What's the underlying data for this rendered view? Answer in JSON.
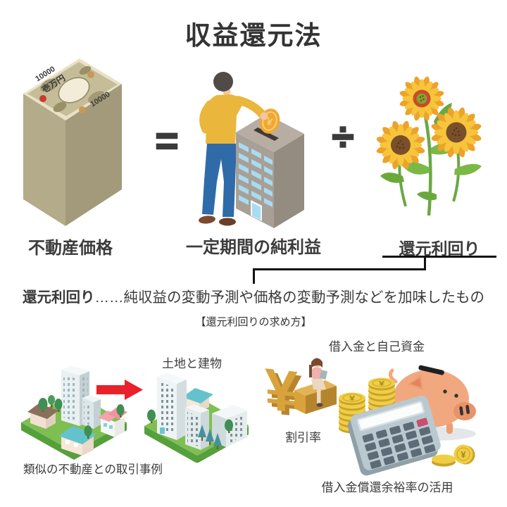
{
  "title": "収益還元法",
  "formula": {
    "equals_sign": "=",
    "divide_sign": "÷",
    "price_label": "不動産価格",
    "profit_label": "一定期間の純利益",
    "yield_label": "還元利回り"
  },
  "definition": {
    "term": "還元利回り",
    "description": "……純収益の変動予測や価格の変動予測などを加味したもの"
  },
  "section_heading": "【還元利回りの求め方】",
  "method_left": {
    "land_building_label": "土地と建物",
    "caption": "類似の不動産との取引事例"
  },
  "method_right": {
    "capital_label": "借入金と自己資金",
    "discount_label": "割引率",
    "caption": "借入金償還余裕率の活用"
  },
  "illustrations": {
    "bill_value": "10000",
    "bill_kanji": "壱万円",
    "yen_symbol": "¥"
  },
  "colors": {
    "text": "#3a3a3a",
    "accent_red": "#e8212b",
    "coin_gold": "#f0ce44",
    "yen_block_gold": "#d9a33c",
    "grass_green": "#7fbf52",
    "piggy_pink": "#f2a87f",
    "shirt_yellow": "#eab73c",
    "jeans_blue": "#2f6ba8",
    "window_blue": "#a6dcf2"
  }
}
